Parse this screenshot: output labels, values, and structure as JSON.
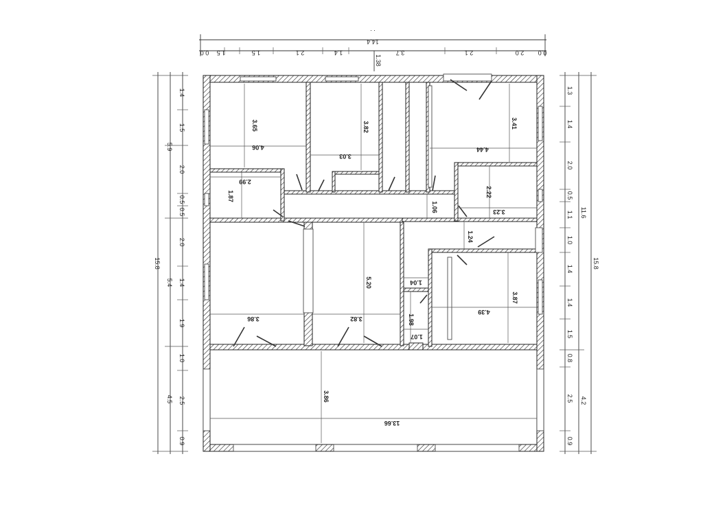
{
  "top_dims": {
    "overall": "14.4",
    "segments": [
      "0.0",
      "1.5",
      "1.5",
      "2.1",
      "1.4",
      "3.7",
      "2.1",
      "2.0",
      "0.0"
    ],
    "mid_label": "1.38",
    "dots": ". ."
  },
  "left_dims": {
    "segments": [
      "1.4",
      "1.5",
      "2.0",
      "0.5",
      "0.5",
      "2.0",
      "1.4",
      "1.9",
      "1.0",
      "2.5",
      "0.9"
    ],
    "group1": "5.9",
    "group2": "5.4",
    "group3": "4.5",
    "total": "15.8"
  },
  "right_dims": {
    "segments": [
      "1.3",
      "1.4",
      "2.0",
      "0.5",
      "1.1",
      "1.0",
      "1.4",
      "1.4",
      "1.5",
      "0.8",
      "2.5",
      "0.9"
    ],
    "group1": "11.6",
    "group2": "4.2",
    "total": "15.8"
  },
  "rooms": {
    "r1_h": "3.65",
    "r1_w": "4.06",
    "r2_h": "3.82",
    "r2_w": "3.03",
    "r3_h": "3.41",
    "r3_w": "4.44",
    "r4_w": "2.99",
    "r4_h": "1.87",
    "r5_h": "2.22",
    "r5_w": "3.23",
    "corr_h": "1.06",
    "r6_w": "3.86",
    "r7_h": "5.20",
    "r7_w": "3.82",
    "r8_w": "1.04",
    "r8_h": "1.98",
    "r8_w2": "1.07",
    "r9_h": "1.24",
    "r10_h": "3.87",
    "r10_w": "4.39",
    "bottom_h": "3.86",
    "bottom_w": "13.66"
  }
}
